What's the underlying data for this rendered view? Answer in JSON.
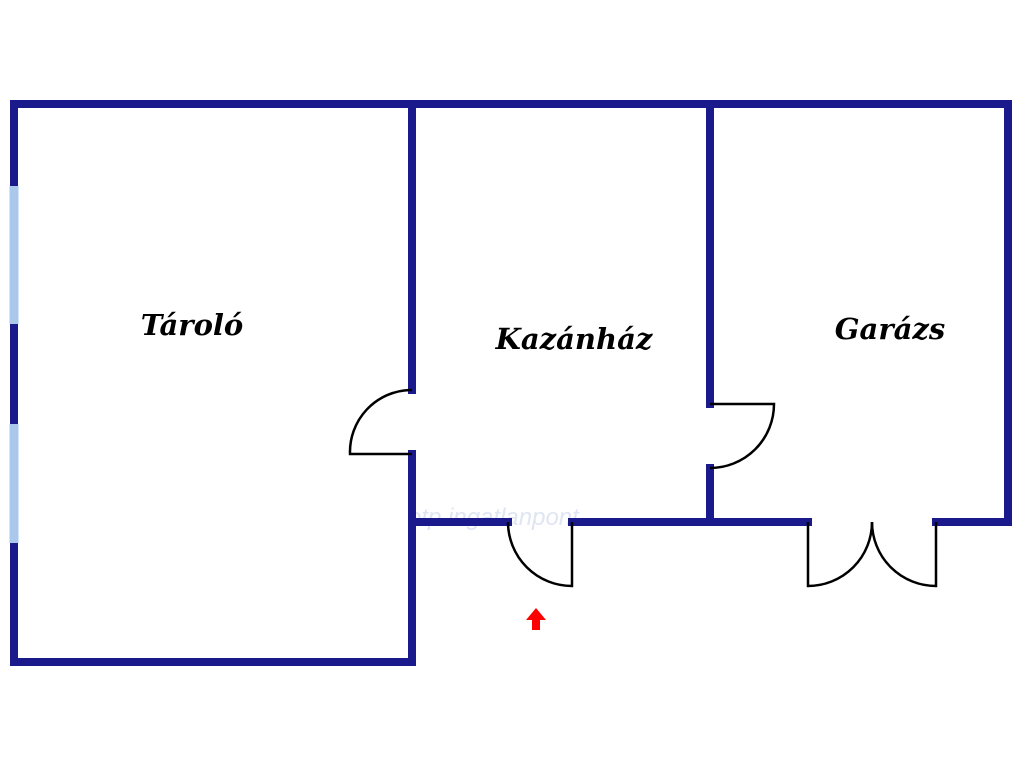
{
  "floor_plan": {
    "rooms": [
      {
        "id": "taroló",
        "label": "Tároló"
      },
      {
        "id": "kazanhaz",
        "label": "Kazánház"
      },
      {
        "id": "garazs",
        "label": "Garázs"
      }
    ],
    "entrance_marker": "entrance-arrow-icon",
    "watermark_text": "otp ingatlanpont",
    "colors": {
      "wall": "#1a1a8c",
      "window": "#aac8ec",
      "door": "#000000",
      "entrance_arrow": "#ff0000",
      "watermark": "#dfe5f2"
    }
  }
}
